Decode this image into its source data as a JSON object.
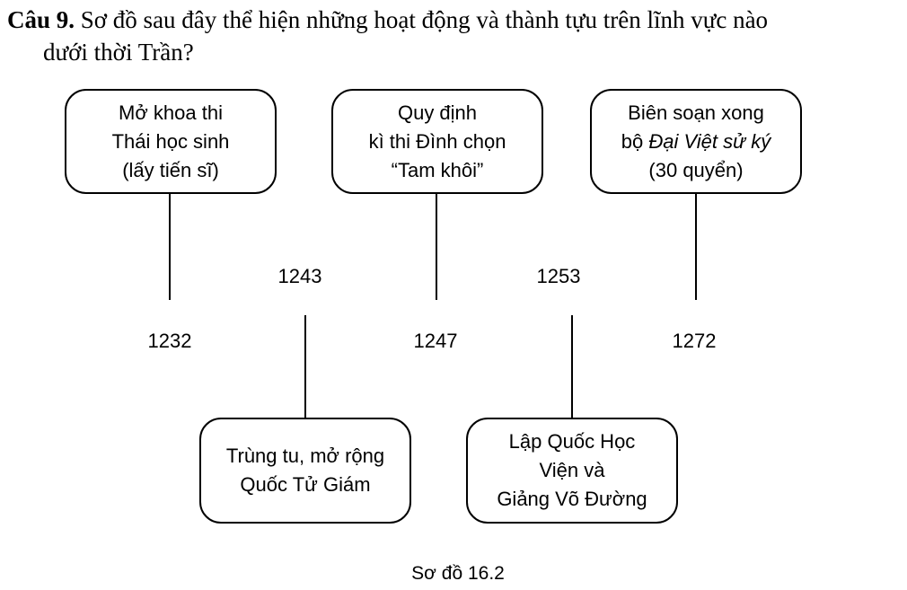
{
  "question": {
    "number": "Câu 9.",
    "line1": "Sơ đồ sau đây thể hiện những hoạt động và thành tựu trên lĩnh vực nào",
    "line2": "dưới thời Trần?"
  },
  "events_top": [
    {
      "year": "1232",
      "lines": [
        "Mở khoa thi",
        "Thái học sinh",
        "(lấy tiến sĩ)"
      ]
    },
    {
      "year": "1247",
      "lines": [
        "Quy định",
        "kì thi Đình chọn",
        "“Tam khôi”"
      ]
    },
    {
      "year": "1272",
      "line1": "Biên soạn xong",
      "line2_prefix": "bộ ",
      "line2_italic": "Đại Việt sử ký",
      "line3": "(30 quyển)"
    }
  ],
  "events_bottom": [
    {
      "year": "1243",
      "lines": [
        "Trùng tu, mở rộng",
        "Quốc Tử Giám"
      ]
    },
    {
      "year": "1253",
      "lines": [
        "Lập Quốc Học",
        "Viện và",
        "Giảng Võ Đường"
      ]
    }
  ],
  "caption": "Sơ đồ 16.2"
}
